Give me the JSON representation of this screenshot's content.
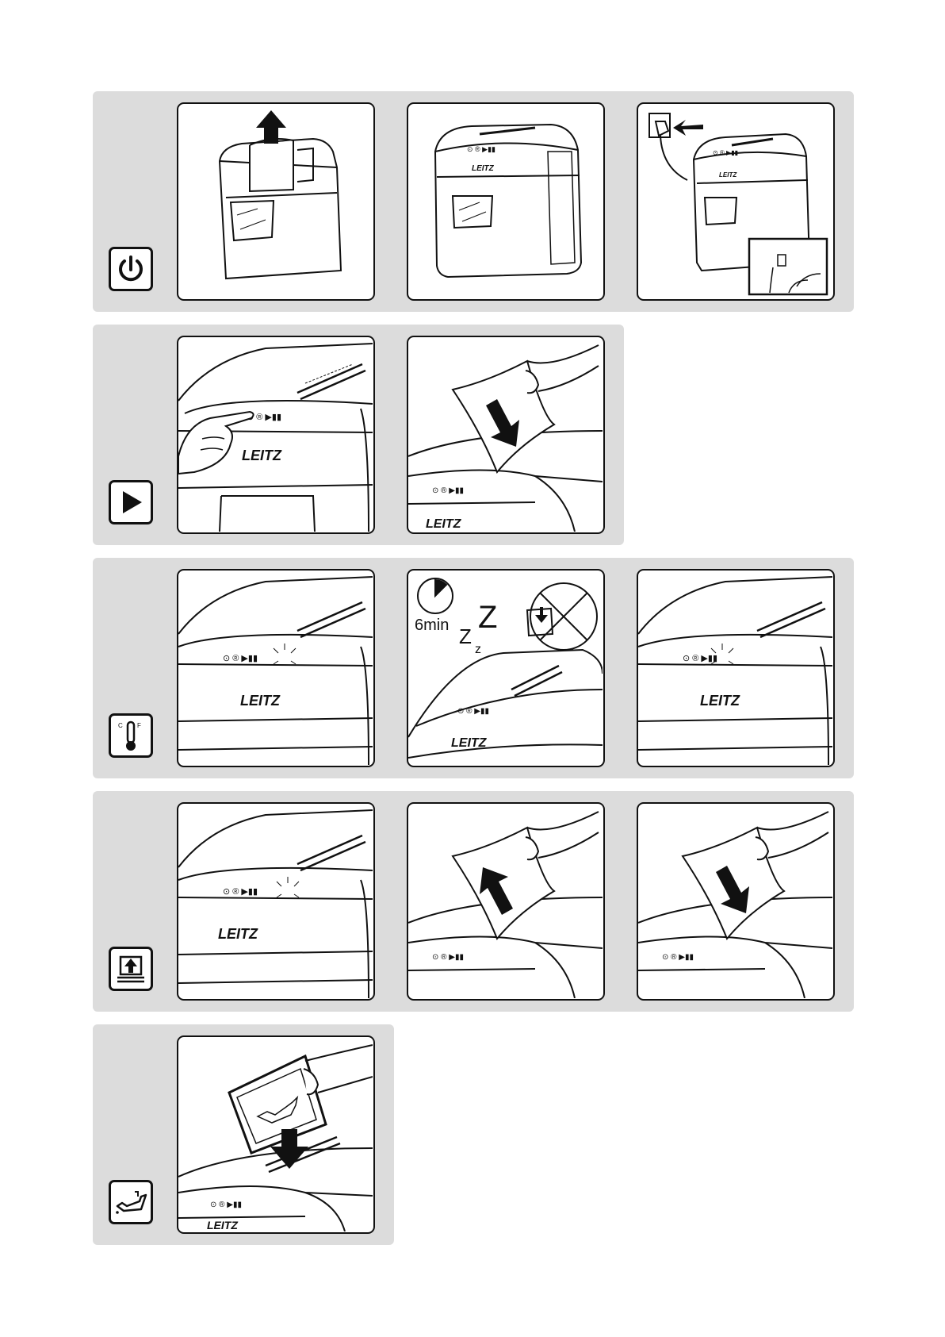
{
  "rows": [
    {
      "icon": "power-icon"
    },
    {
      "icon": "play-icon"
    },
    {
      "icon": "thermometer-icon"
    },
    {
      "icon": "paper-jam-icon"
    },
    {
      "icon": "oil-can-icon"
    }
  ],
  "brand_text": "LEITZ",
  "thermo_labels": {
    "celsius": "C",
    "fahrenheit": "F"
  },
  "sleep_panel": {
    "timer_label": "6min",
    "z_big": "Z",
    "z_mid": "Z",
    "z_small": "z"
  }
}
